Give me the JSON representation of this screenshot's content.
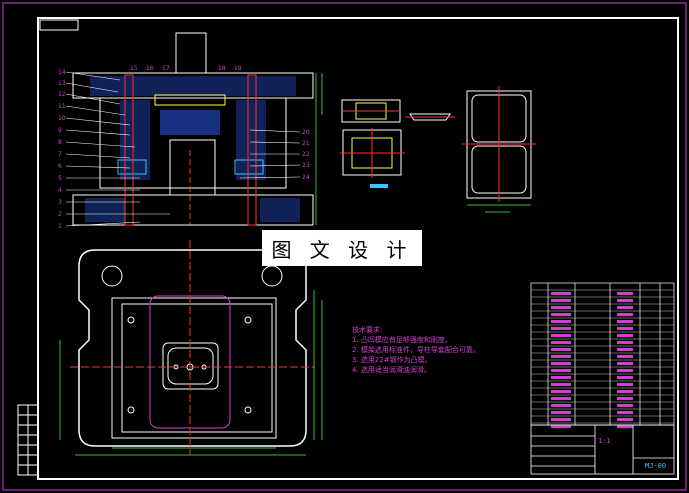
{
  "watermark": "图 文 设 计",
  "tech_requirements": {
    "title": "技术要求:",
    "items": [
      "1. 凸凹模应有足够强度和刚度。",
      "2. 模架选用标准件，导柱导套配合可靠。",
      "3. 选用22#钢作为凸模。",
      "4. 选用适当润滑油润滑。"
    ]
  },
  "section_labels_left": [
    "14",
    "13",
    "12",
    "11",
    "10",
    "9",
    "8",
    "7",
    "6",
    "5",
    "4",
    "3",
    "2",
    "1"
  ],
  "section_labels_top": [
    "15",
    "16",
    "17",
    "18",
    "19"
  ],
  "section_labels_right": [
    "20",
    "21",
    "22",
    "23",
    "24"
  ],
  "title_block": {
    "drawing_code": "MJ-00",
    "scale": "1:1"
  },
  "colors": {
    "frame": "#ffffff",
    "center_line": "#ff3030",
    "part_outline": "#d040d0",
    "dimension": "#30c030",
    "hatch": "#3060ff",
    "parts": "#ffff40",
    "highlight": "#40c0ff"
  }
}
